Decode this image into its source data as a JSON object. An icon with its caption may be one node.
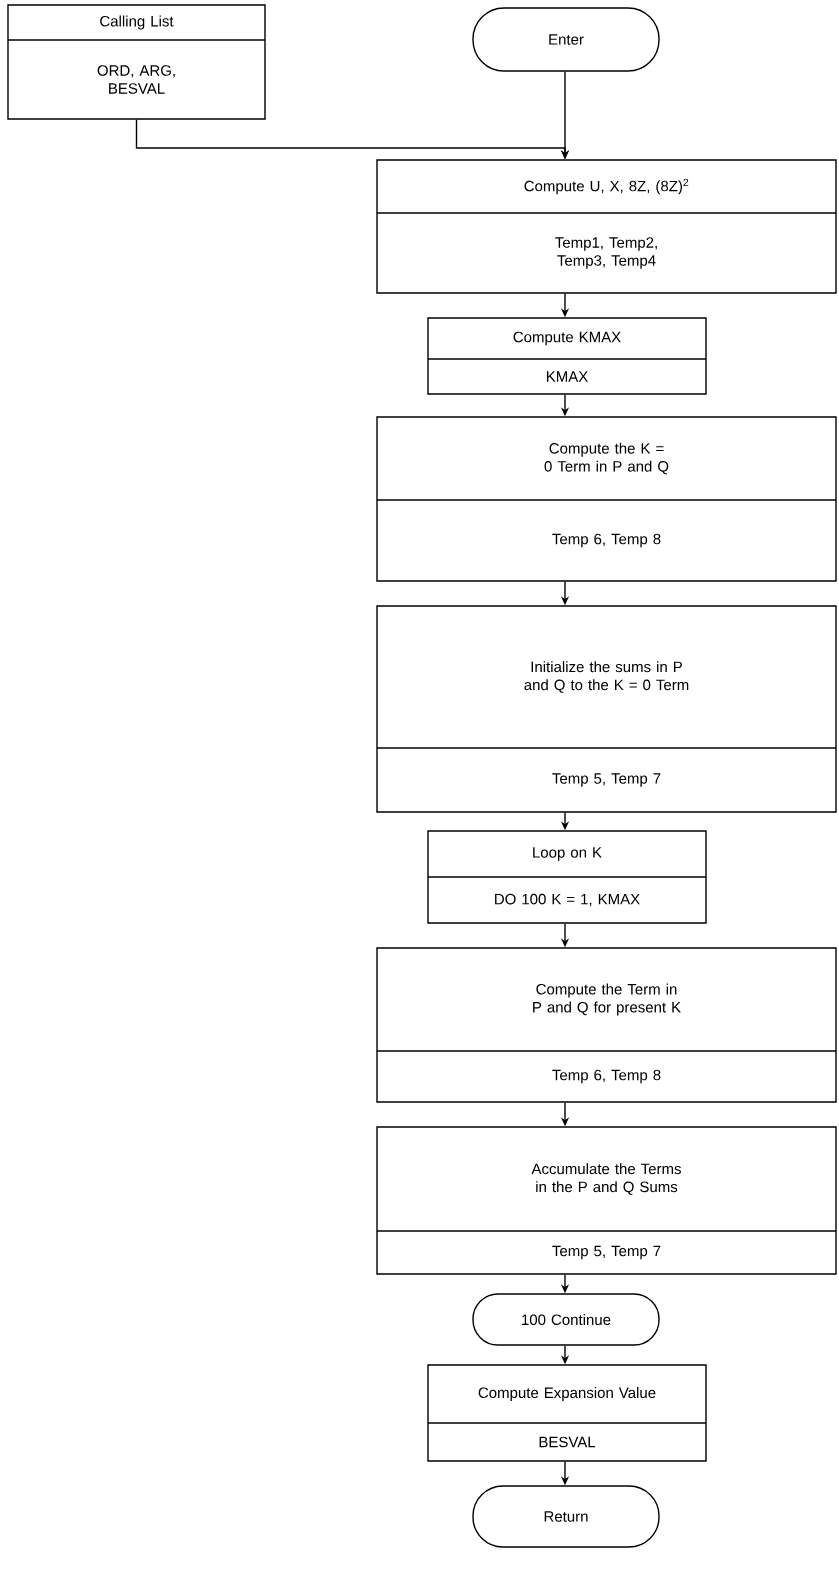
{
  "diagram": {
    "nodes": [
      {
        "text": [
          "Calling List",
          "ORD, ARG, BESVAL"
        ]
      },
      {
        "text": [
          "Enter"
        ]
      },
      {
        "text": [
          "Compute U, X, 8Z, (8Z)$^{2}$",
          "Temp1, Temp2, Temp3, Temp4"
        ]
      },
      {
        "text": [
          "Compute KMAX",
          "KMAX"
        ]
      },
      {
        "text": [
          "Compute the K = 0 Term in P and Q",
          "Temp 6, Temp 8"
        ]
      },
      {
        "text": [
          "Initialize the sums in P and Q to the K = 0 Term",
          "Temp 5, Temp 7"
        ]
      },
      {
        "text": [
          "Loop on K",
          "DO 100 K = 1, KMAX"
        ]
      },
      {
        "text": [
          "Compute the Term in P and Q for present K",
          "Temp 6, Temp 8"
        ]
      },
      {
        "text": [
          "Accumulate the Terms in the P and Q Sums",
          "Temp 5, Temp 7"
        ]
      },
      {
        "text": [
          "100 Continue"
        ]
      },
      {
        "text": [
          "Compute Expansion Value",
          "BESVAL"
        ]
      },
      {
        "text": [
          "Return"
        ]
      }
    ],
    "edges": [
      {
        "from": 0,
        "to": 2,
        "arrow": "to"
      },
      {
        "from": 1,
        "to": 2,
        "arrow": "to"
      },
      {
        "from": 2,
        "to": 3,
        "arrow": "to"
      },
      {
        "from": 3,
        "to": 4,
        "arrow": "to"
      },
      {
        "from": 4,
        "to": 5,
        "arrow": "to"
      },
      {
        "from": 5,
        "to": 6,
        "arrow": "to"
      },
      {
        "from": 6,
        "to": 7,
        "arrow": "to"
      },
      {
        "from": 7,
        "to": 8,
        "arrow": "to"
      },
      {
        "from": 8,
        "to": 9,
        "arrow": "to"
      },
      {
        "from": 9,
        "to": 10,
        "arrow": "to"
      },
      {
        "from": 10,
        "to": 11,
        "arrow": "to"
      }
    ]
  }
}
